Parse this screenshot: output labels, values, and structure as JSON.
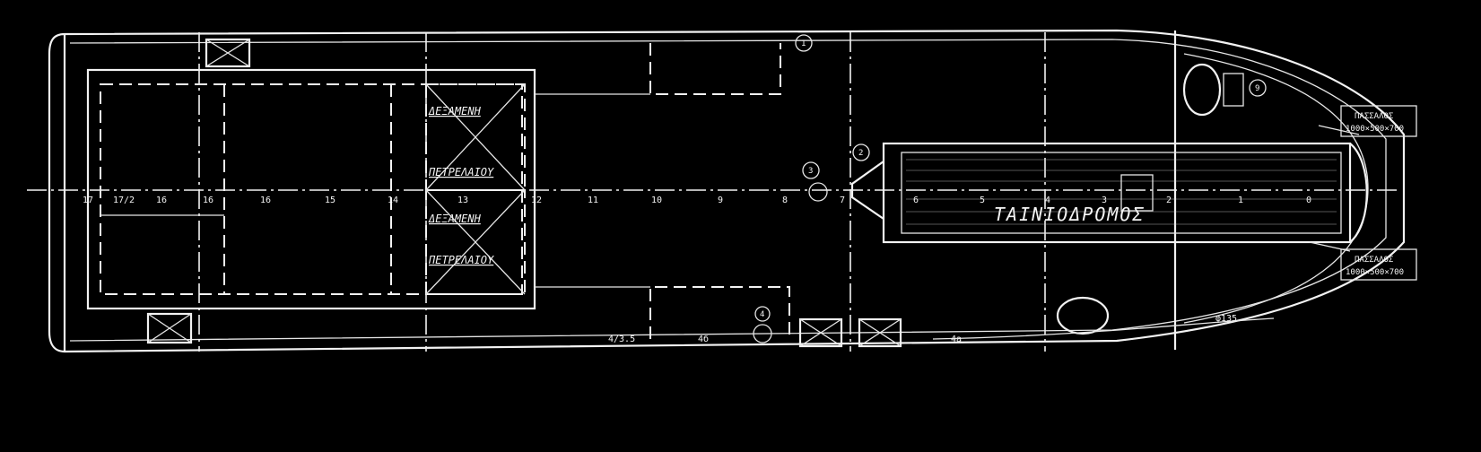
{
  "drawing": {
    "frame_numbers": [
      "17",
      "17/2",
      "16",
      "15",
      "14",
      "13",
      "12",
      "11",
      "10",
      "9",
      "8",
      "7",
      "6",
      "5",
      "4",
      "3",
      "2",
      "1",
      "0"
    ],
    "labels": {
      "tank_upper_1": "ΔΕΞΑΜΕΝΗ",
      "tank_upper_2": "ΠΕΤΡΕΛΑΙΟΥ",
      "tank_lower_1": "ΔΕΞΑΜΕΝΗ",
      "tank_lower_2": "ΠΕΤΡΕΛΑΙΟΥ",
      "conveyor": "ΤΑΙΝΙΟΔΡΟΜΟΣ",
      "bollard_top_title": "ΠΑΣΣΑΛΟΣ",
      "bollard_top_dims": "1000×500×700",
      "bollard_bottom_title": "ΠΑΣΣΑΛΟΣ",
      "bollard_bottom_dims": "1000×500×700",
      "dim_1": "4/3.5",
      "dim_2": "4б",
      "dim_3": "4а",
      "pipe_dim": "φ135",
      "callout_1": "1",
      "callout_2": "2",
      "callout_3": "3",
      "callout_4": "4",
      "callout_9": "9"
    }
  }
}
